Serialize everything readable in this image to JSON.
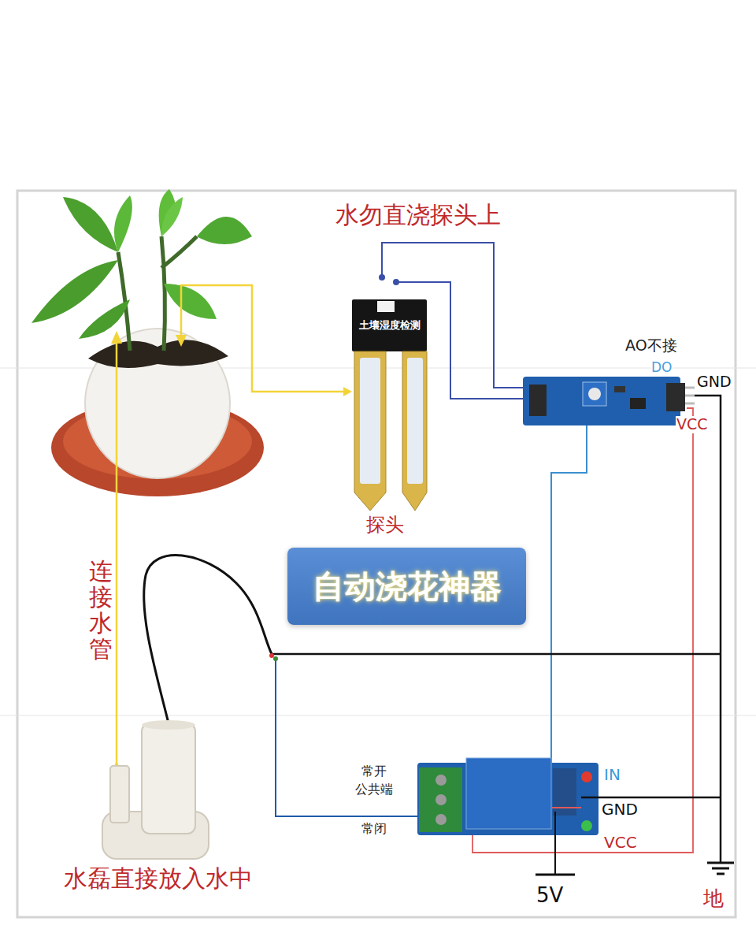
{
  "diagram": {
    "nodes": [
      {
        "text": [
          "自动浇花神器"
        ]
      },
      {
        "text": [
          "土壤湿度检测",
          "探头"
        ]
      }
    ],
    "labels": [
      "水勿直浇探头上",
      "AO不接",
      "DO",
      "GND",
      "VCC",
      "连接水管",
      "水磊直接放入水中",
      "常开",
      "公共端",
      "常闭",
      "IN",
      "GND",
      "VCC",
      "5V",
      "地"
    ]
  }
}
